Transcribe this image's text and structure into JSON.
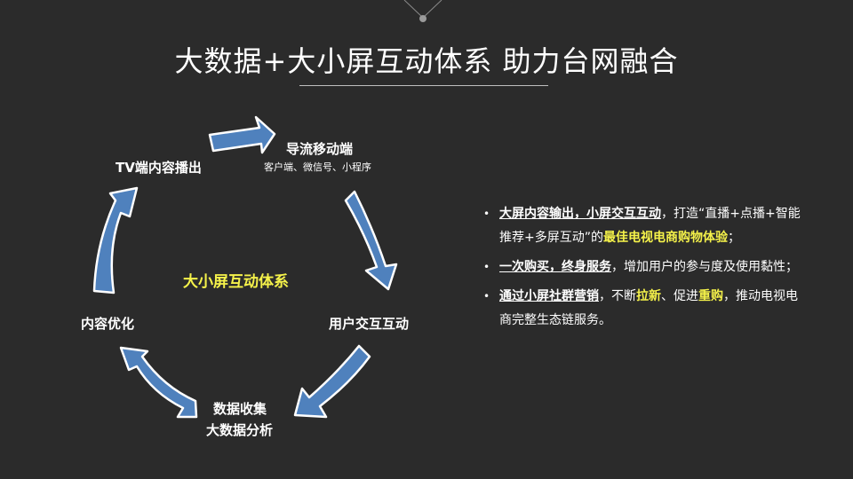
{
  "title": "大数据+大小屏互动体系  助力台网融合",
  "diagram": {
    "center": "大小屏互动体系",
    "nodes": {
      "tv_output": "TV端内容播出",
      "flow_mobile": "导流移动端",
      "flow_mobile_sub": "客户端、微信号、小程序",
      "user_interaction": "用户交互互动",
      "data_collect_1": "数据收集",
      "data_collect_2": "大数据分析",
      "content_optimize": "内容优化"
    }
  },
  "bullets": {
    "b1": {
      "p1": "大屏内容输出，小屏交互互动",
      "p2": "，打造“直播+点播+智能推荐+多屏互动”的",
      "p3": "最佳电视电商购物体验",
      "p4": "；"
    },
    "b2": {
      "p1": "一次购买，终身服务",
      "p2": "，增加用户的参与度及使用黏性；"
    },
    "b3": {
      "p1": "通过小屏社群营销",
      "p2": "，不断",
      "p3": "拉新",
      "p4": "、促进",
      "p5": "重购",
      "p6": "，推动电视电商完整生态链服务。"
    }
  },
  "colors": {
    "background": "#2b2b2b",
    "arrow_fill": "#4f81bd",
    "highlight": "#f5f24a"
  }
}
